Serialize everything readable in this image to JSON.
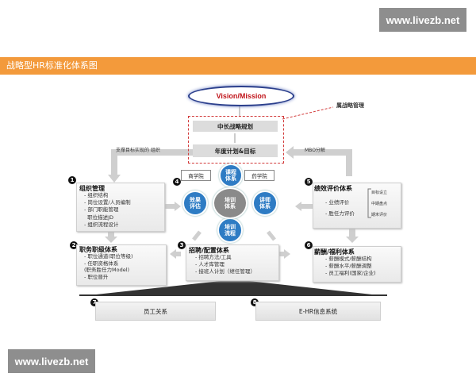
{
  "watermarks": {
    "top": "www.livezb.net",
    "bottom": "www.livezb.net"
  },
  "title": "战略型HR标准化体系图",
  "vision": "Vision/Mission",
  "strategy_mgmt": "属战略管理",
  "mid_long_plan": "中长战略规划",
  "annual_plan": "年度计划&目标",
  "support_label": "支撑目标实现的  组织",
  "mbo_label": "MBO分解",
  "sections": {
    "org": {
      "num": "1",
      "title": "组织管理",
      "items": [
        "- 组织结构",
        "- 岗位设置/人员编制",
        "- 部门职能管理",
        "  职位描述JD",
        "- 组织流程设计"
      ]
    },
    "job": {
      "num": "2",
      "title": "职务职级体系",
      "items": [
        "- 职位通道(职位等级)",
        "- 任职资格体系",
        "(职务胜任力Model)",
        "- 职位晋升"
      ]
    },
    "recruit": {
      "num": "3",
      "title": "招聘/配置体系",
      "items": [
        "- 招聘方法/工具",
        "- 人才库管理",
        "- 接班人计划（继任管理）"
      ]
    },
    "training": {
      "num": "4",
      "center": "培训\n体系",
      "top": "课程\n体系",
      "left": "效果\n评估",
      "right": "讲师\n体系",
      "bottom": "培训\n流程",
      "tag_left": "商学院",
      "tag_right": "药学院"
    },
    "perf": {
      "num": "5",
      "title": "绩效评价体系",
      "items": [
        "- 业绩评价",
        "- 胜任力评价"
      ],
      "side": [
        "目标设立",
        "中期盘点",
        "期末评价"
      ]
    },
    "comp": {
      "num": "6",
      "title": "薪酬/福利体系",
      "items": [
        "- 薪酬模式/薪酬结构",
        "- 薪酬水平/薪酬调整",
        "- 员工福利(国家/企业)"
      ]
    },
    "emp": {
      "num": "7",
      "title": "员工关系"
    },
    "ehr": {
      "num": "8",
      "title": "E-HR信息系统"
    }
  },
  "colors": {
    "header": "#f39a3b",
    "circle": "#2e7cc4",
    "vision_text": "#c0141a",
    "dashed": "#d23a3a"
  }
}
